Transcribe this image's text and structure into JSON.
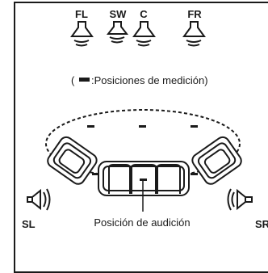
{
  "speakers": {
    "front_left": "FL",
    "subwoofer": "SW",
    "center": "C",
    "front_right": "FR",
    "surround_left": "SL",
    "surround_right": "SR"
  },
  "legend": {
    "open_paren": "(",
    "text": ":Posiciones de medición)"
  },
  "listening_position_label": "Posición de audición",
  "colors": {
    "ink": "#1a1a1a",
    "background": "#ffffff"
  }
}
